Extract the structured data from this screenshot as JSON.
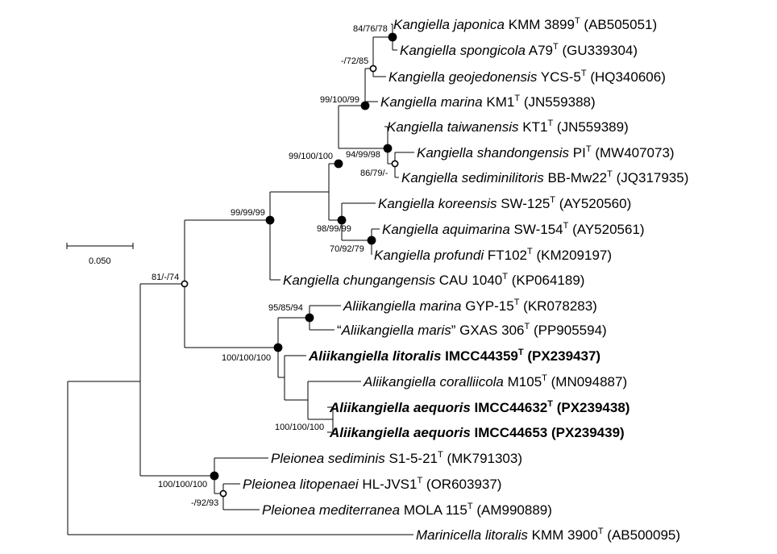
{
  "tree": {
    "taxa": [
      {
        "id": "japonica",
        "genus": "Kangiella",
        "epithet": "japonica",
        "strain": "KMM 3899",
        "type_strain": true,
        "accession": "(AB505051)",
        "bold": false
      },
      {
        "id": "spongicola",
        "genus": "Kangiella",
        "epithet": "spongicola",
        "strain": "A79",
        "type_strain": true,
        "accession": "(GU339304)",
        "bold": false
      },
      {
        "id": "geojedonensis",
        "genus": "Kangiella",
        "epithet": "geojedonensis",
        "strain": "YCS-5",
        "type_strain": true,
        "accession": "(HQ340606)",
        "bold": false
      },
      {
        "id": "marina",
        "genus": "Kangiella",
        "epithet": "marina",
        "strain": "KM1",
        "type_strain": true,
        "accession": "(JN559388)",
        "bold": false
      },
      {
        "id": "taiwanensis",
        "genus": "Kangiella",
        "epithet": "taiwanensis",
        "strain": "KT1",
        "type_strain": true,
        "accession": "(JN559389)",
        "bold": false
      },
      {
        "id": "shandongensis",
        "genus": "Kangiella",
        "epithet": "shandongensis",
        "strain": "PI",
        "type_strain": true,
        "accession": "(MW407073)",
        "bold": false
      },
      {
        "id": "sediminilitoris",
        "genus": "Kangiella",
        "epithet": "sediminilitoris",
        "strain": "BB-Mw22",
        "type_strain": true,
        "accession": "(JQ317935)",
        "bold": false
      },
      {
        "id": "koreensis",
        "genus": "Kangiella",
        "epithet": "koreensis",
        "strain": "SW-125",
        "type_strain": true,
        "accession": "(AY520560)",
        "bold": false
      },
      {
        "id": "aquimarina",
        "genus": "Kangiella",
        "epithet": "aquimarina",
        "strain": "SW-154",
        "type_strain": true,
        "accession": "(AY520561)",
        "bold": false
      },
      {
        "id": "profundi",
        "genus": "Kangiella",
        "epithet": "profundi",
        "strain": "FT102",
        "type_strain": true,
        "accession": "(KM209197)",
        "bold": false
      },
      {
        "id": "chungangensis",
        "genus": "Kangiella",
        "epithet": "chungangensis",
        "strain": "CAU 1040",
        "type_strain": true,
        "accession": "(KP064189)",
        "bold": false
      },
      {
        "id": "ali_marina",
        "genus": "Aliikangiella",
        "epithet": "marina",
        "strain": "GYP-15",
        "type_strain": true,
        "accession": "(KR078283)",
        "bold": false
      },
      {
        "id": "ali_maris",
        "open_quote": "“",
        "genus": "Aliikangiella",
        "epithet": "maris",
        "close_quote": "”",
        "strain": "GXAS 306",
        "type_strain": true,
        "accession": "(PP905594)",
        "bold": false
      },
      {
        "id": "ali_litoralis",
        "genus": "Aliikangiella",
        "epithet": "litoralis",
        "strain": "IMCC44359",
        "type_strain": true,
        "accession": "(PX239437)",
        "bold": true
      },
      {
        "id": "ali_corallicola",
        "genus": "Aliikangiella",
        "epithet": "coralliicola",
        "strain": "M105",
        "type_strain": true,
        "accession": "(MN094887)",
        "bold": false
      },
      {
        "id": "ali_aequoris_1",
        "genus": "Aliikangiella",
        "epithet": "aequoris",
        "strain": "IMCC44632",
        "type_strain": true,
        "accession": "(PX239438)",
        "bold": true
      },
      {
        "id": "ali_aequoris_2",
        "genus": "Aliikangiella",
        "epithet": "aequoris",
        "strain": "IMCC44653",
        "type_strain": false,
        "accession": "(PX239439)",
        "bold": true
      },
      {
        "id": "ple_sediminis",
        "genus": "Pleionea",
        "epithet": "sediminis",
        "strain": "S1-5-21",
        "type_strain": true,
        "accession": "(MK791303)",
        "bold": false
      },
      {
        "id": "ple_litopenaei",
        "genus": "Pleionea",
        "epithet": "litopenaei",
        "strain": "HL-JVS1",
        "type_strain": true,
        "accession": "(OR603937)",
        "bold": false
      },
      {
        "id": "ple_mediterranea",
        "genus": "Pleionea",
        "epithet": "mediterranea",
        "strain": "MOLA 115",
        "type_strain": true,
        "accession": "(AM990889)",
        "bold": false
      },
      {
        "id": "marinicella",
        "genus": "Marinicella",
        "epithet": "litoralis",
        "strain": "KMM 3900",
        "type_strain": true,
        "accession": "(AB500095)",
        "bold": false
      }
    ],
    "type_superscript": "T",
    "support_values": [
      {
        "id": "n_jap_spo",
        "text": "84/76/78",
        "marker": "filled"
      },
      {
        "id": "n_geo",
        "text": "-/72/85",
        "marker": "open"
      },
      {
        "id": "n_marina",
        "text": "99/100/99",
        "marker": "filled"
      },
      {
        "id": "n_tai",
        "text": "94/99/98",
        "marker": "filled"
      },
      {
        "id": "n_sha_sed",
        "text": "86/79/-",
        "marker": "open"
      },
      {
        "id": "n_upper",
        "text": "99/100/100",
        "marker": "filled"
      },
      {
        "id": "n_kor",
        "text": "98/99/99",
        "marker": "filled"
      },
      {
        "id": "n_aq_pro",
        "text": "70/92/79",
        "marker": "filled"
      },
      {
        "id": "n_kang",
        "text": "99/99/99",
        "marker": "filled"
      },
      {
        "id": "n_kang_ali",
        "text": "81/-/74",
        "marker": "open"
      },
      {
        "id": "n_ali_mar",
        "text": "95/85/94",
        "marker": "filled"
      },
      {
        "id": "n_ali",
        "text": "100/100/100",
        "marker": "filled"
      },
      {
        "id": "n_aeq",
        "text": "100/100/100",
        "marker": "none"
      },
      {
        "id": "n_ple",
        "text": "100/100/100",
        "marker": "filled"
      },
      {
        "id": "n_ple_lm",
        "text": "-/92/93",
        "marker": "open"
      }
    ]
  },
  "scale_bar": {
    "label": "0.050"
  }
}
